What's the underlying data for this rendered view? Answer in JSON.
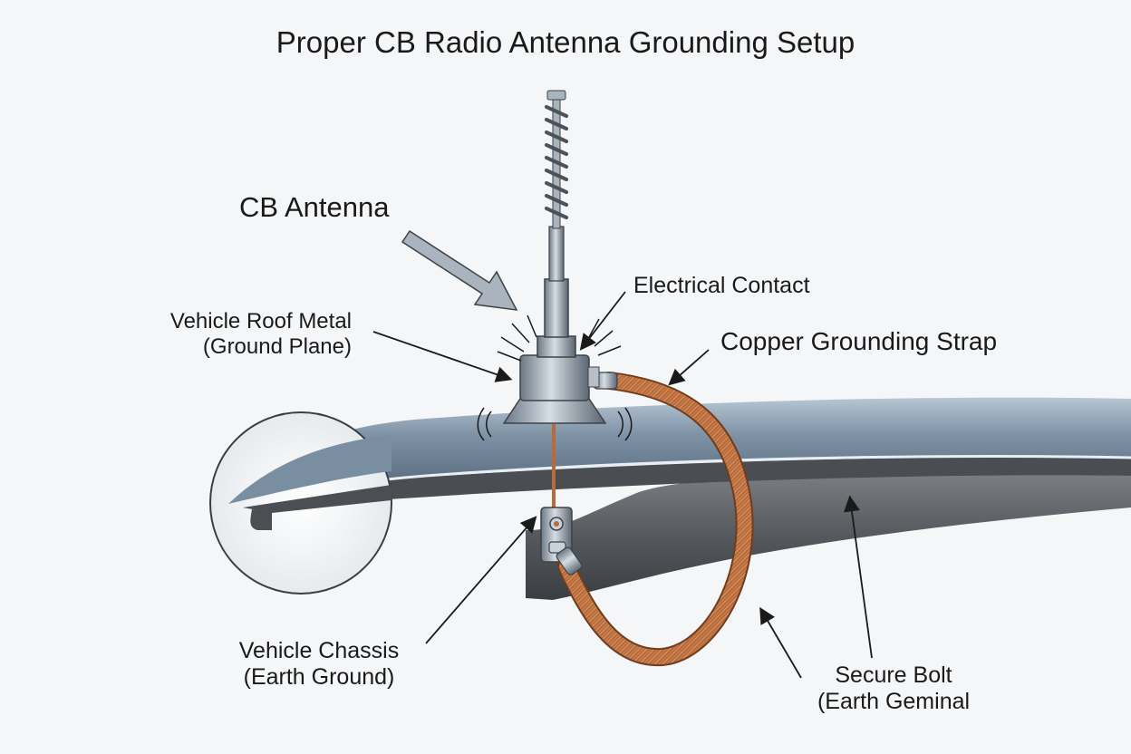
{
  "title": "Proper CB Radio Antenna Grounding Setup",
  "labels": {
    "antenna": "CB Antenna",
    "contact": "Electrical Contact",
    "roof_line1": "Vehicle Roof Metal",
    "roof_line2": "(Ground Plane)",
    "strap": "Copper Grounding Strap",
    "chassis_line1": "Vehicle Chassis",
    "chassis_line2": "(Earth Ground)",
    "bolt_line1": "Secure Bolt",
    "bolt_line2": "(Earth Geminal"
  },
  "colors": {
    "roof": "#5e7388",
    "roof_highlight": "#a9bccd",
    "chassis": "#5a5d61",
    "copper": "#b86a3a",
    "antenna_metal": "#8a96a2",
    "background": "#f4f6f8"
  }
}
